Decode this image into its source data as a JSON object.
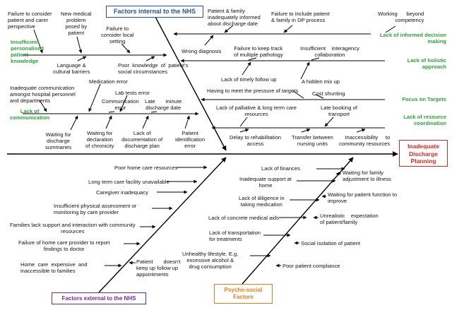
{
  "categories": {
    "internal": "Factors internal to the NHS",
    "external": "Factors external to the NHS",
    "psychosocial": "Psycho-social\nFactors",
    "effect": "Inadequate\nDischarge\nPlanning"
  },
  "sub_categories": {
    "informed_decision": "Lack of informed decision\nmaking",
    "holistic": "Lack of holistic\napproach",
    "targets": "Focus on Targets",
    "coordination": "Lack of resource\ncoordination",
    "personalised": "Insufficient\npersonalised\npatient\nknowledge",
    "communication": "Lack of\ncommunication"
  },
  "causes": {
    "informed_decision": [
      "Patient & family\ninadequately informed\nabout discharge date",
      "Failure to include patient\n& family in DP process",
      "Working      beyond\ncompetency",
      "Wrong diagnosis"
    ],
    "holistic": [
      "Failure to keep track\nof multiple pathology",
      "Insufficient    interagency\ncollaboration",
      "Lack of timely follow up",
      "A hidden mix up"
    ],
    "targets": [
      "Having to meet the pressure of targets",
      "Cost shunting"
    ],
    "coordination": [
      "Lack of palliative & long term care\nresources",
      "Late booking of\ntransport",
      "Delay to rehabilitation\naccess",
      "Transfer between\nnursing units",
      "Inaccessibility     to\ncommunity resources"
    ],
    "personalised": [
      "Failure to consider\npatient and carer\nperspective",
      "New medical\nproblem\nposed by\npatient",
      "Failure to\nconsider local\nsetting",
      "Language &\ncultural barriers",
      "Poor  knowledge  of  patient's\nsocial circumstances"
    ],
    "communication": [
      "Inadequate communication\namongst hospital personnel\nand departments",
      "Medication error",
      "Lab tests error",
      "Communication\nerror",
      "Late       minute\ndischarge date",
      "Waiting for\ndischarge\nsummaries",
      "Waiting for\ndeclaration\nof chronicity",
      "Lack of\ndocumentation of\ndischarge plan",
      "Patient\nidentification\nerror"
    ],
    "external": [
      "Poor home care resources",
      "Long term care facility unavailable",
      "Caregiver inadequacy",
      "Insufficient physical assessment or\nmonitoring by care provider",
      "Families lack support and interaction with community\nresources",
      "Failure of home care provider to report\nfindings to doctor",
      "Home  care  expensive  and\ninaccessible to families",
      "Patient       doesn't\nkeep up follow up\nappointments"
    ],
    "psychosocial": [
      "Lack of finances",
      "Inadequate support at\nhome",
      "Lack of diligence in\ntaking medication",
      "Lack of concrete medical aids",
      "Lack of transportation\nfor treatments",
      "Unhealthy lifestyle. E.g.\nexcessive alcohol &\ndrug consumption",
      "Waiting for family\nadjustment to illness",
      "Waiting for patient function to\nimprove",
      "Unrealistic    expectation\nof patient/family",
      "Social isolation of patient",
      "Poor patient compliance"
    ]
  },
  "colors": {
    "internal": "#2b4f9e",
    "external": "#6a2c9a",
    "psychosocial": "#e8791e",
    "effect": "#d62728",
    "sub_category": "#2e9e3c",
    "line": "#000000"
  }
}
